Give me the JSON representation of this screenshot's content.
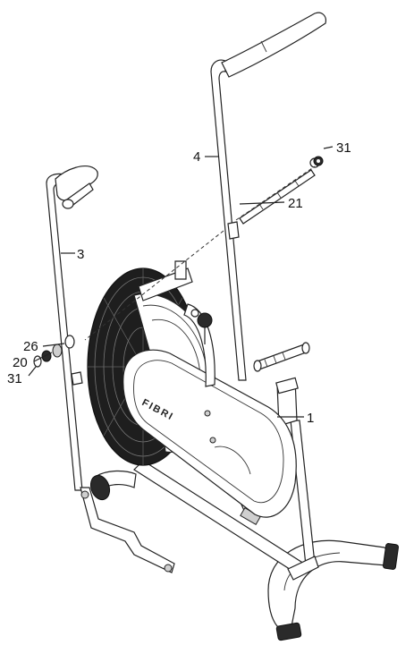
{
  "diagram": {
    "brand_text": "FIBRI",
    "callouts": [
      {
        "id": "callout-4",
        "label": "4"
      },
      {
        "id": "callout-31-top",
        "label": "31"
      },
      {
        "id": "callout-21",
        "label": "21"
      },
      {
        "id": "callout-3",
        "label": "3"
      },
      {
        "id": "callout-26",
        "label": "26"
      },
      {
        "id": "callout-20",
        "label": "20"
      },
      {
        "id": "callout-31-left",
        "label": "31"
      },
      {
        "id": "callout-1",
        "label": "1"
      }
    ]
  }
}
